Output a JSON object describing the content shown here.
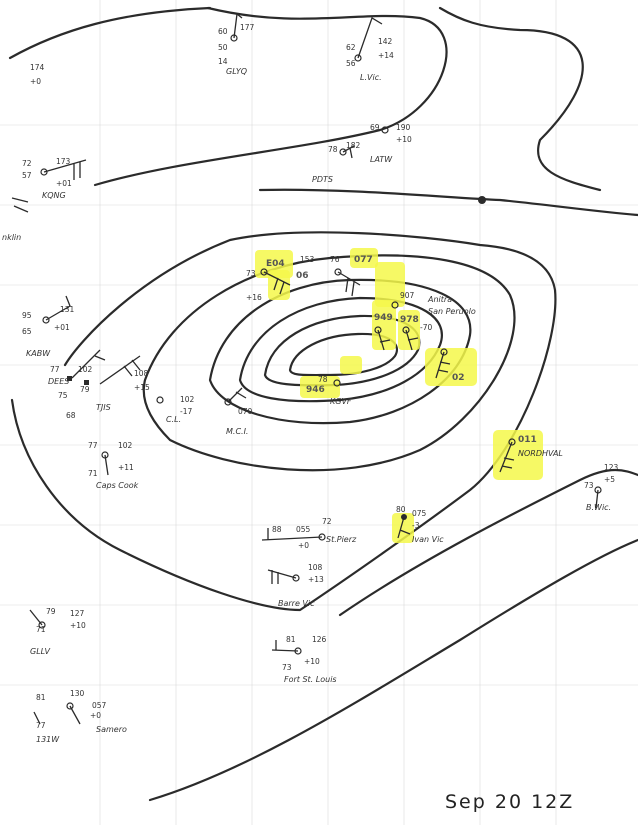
{
  "date_label": "Sep 20 12Z",
  "colors": {
    "ink": "#2b2b2b",
    "highlight": "#f4f84a",
    "grid": "#d9d9d9"
  },
  "stations": [
    {
      "id": "glyq",
      "name": "GLYQ",
      "t": "60",
      "d": "50",
      "p": "177",
      "tend": "",
      "extra": "14"
    },
    {
      "id": "luvic",
      "name": "L.Vic.",
      "t": "62",
      "d": "56",
      "p": "142",
      "tend": "+14"
    },
    {
      "id": "latw",
      "name": "LATW",
      "t": "69",
      "d": "",
      "p": "190",
      "tend": "+10"
    },
    {
      "id": "pdts",
      "name": "PDTS",
      "t": "78",
      "d": "",
      "p": "182",
      "tend": ""
    },
    {
      "id": "kqng",
      "name": "KQNG",
      "t": "72",
      "d": "57",
      "p": "173",
      "tend": "+01"
    },
    {
      "id": "nw174",
      "name": "",
      "t": "",
      "d": "",
      "p": "174",
      "tend": "+0"
    },
    {
      "id": "kabw",
      "name": "KABW",
      "t": "95",
      "d": "65",
      "p": "131",
      "tend": "+01"
    },
    {
      "id": "dees",
      "name": "DEES",
      "t": "77",
      "d": "75",
      "p": "102",
      "tend": ""
    },
    {
      "id": "tjis",
      "name": "TJIS",
      "t": "79",
      "d": "68",
      "p": "108",
      "tend": "+15"
    },
    {
      "id": "cl1",
      "name": "C.L.",
      "t": "",
      "d": "",
      "p": "102",
      "tend": "-17"
    },
    {
      "id": "mmcl",
      "name": "M.C.I.",
      "t": "",
      "d": "",
      "p": "070",
      "tend": ""
    },
    {
      "id": "capscook",
      "name": "Caps Cook",
      "t": "77",
      "d": "71",
      "p": "102",
      "tend": "+11"
    },
    {
      "id": "c04",
      "name": "",
      "t": "73",
      "d": "",
      "p": "",
      "tend": "+16",
      "hl": "E04"
    },
    {
      "id": "c06",
      "name": "",
      "t": "76",
      "d": "",
      "p": "",
      "tend": "",
      "hl": "06"
    },
    {
      "id": "c077",
      "name": "",
      "t": "",
      "d": "",
      "p": "153",
      "tend": "",
      "hl": "077"
    },
    {
      "id": "anitra",
      "name": "Anitra",
      "t": "",
      "d": "",
      "p": "907",
      "tend": ""
    },
    {
      "id": "sanper",
      "name": "San Peruolo",
      "t": "",
      "d": "",
      "p": "",
      "tend": "-70"
    },
    {
      "id": "c978",
      "name": "",
      "t": "",
      "d": "",
      "p": "",
      "tend": "",
      "hl": "978"
    },
    {
      "id": "c02",
      "name": "",
      "t": "",
      "d": "",
      "p": "",
      "tend": "",
      "hl": "02"
    },
    {
      "id": "c949",
      "name": "",
      "t": "",
      "d": "",
      "p": "",
      "tend": "",
      "hl": "949"
    },
    {
      "id": "kgvf",
      "name": "KGVF",
      "t": "78",
      "d": "",
      "p": "",
      "tend": "",
      "hl": "946"
    },
    {
      "id": "nordhval",
      "name": "NORDHVAL",
      "t": "",
      "d": "",
      "p": "011",
      "tend": "",
      "hl": "011"
    },
    {
      "id": "bwic",
      "name": "B.Wic.",
      "t": "",
      "d": "73",
      "p": "123",
      "tend": "+5"
    },
    {
      "id": "stpierz",
      "name": "St.Pierz",
      "t": "88",
      "d": "72",
      "p": "055",
      "tend": "+0"
    },
    {
      "id": "ivanvic",
      "name": "Ivan Vic",
      "t": "80",
      "d": "",
      "p": "075",
      "tend": "-3"
    },
    {
      "id": "bvic",
      "name": "Barre Vic",
      "t": "",
      "d": "",
      "p": "108",
      "tend": "+13"
    },
    {
      "id": "gllv",
      "name": "GLLV",
      "t": "79",
      "d": "71",
      "p": "127",
      "tend": "+10"
    },
    {
      "id": "fortst",
      "name": "Fort St. Louis",
      "t": "81",
      "d": "73",
      "p": "126",
      "tend": "+10"
    },
    {
      "id": "samero",
      "name": "Samero",
      "t": "81",
      "d": "77",
      "p": "130",
      "tend": "+0"
    },
    {
      "id": "swbase",
      "name": "131W",
      "t": "",
      "d": "",
      "p": "057",
      "tend": ""
    }
  ],
  "edge_labels": {
    "left_partial": "nklin"
  }
}
